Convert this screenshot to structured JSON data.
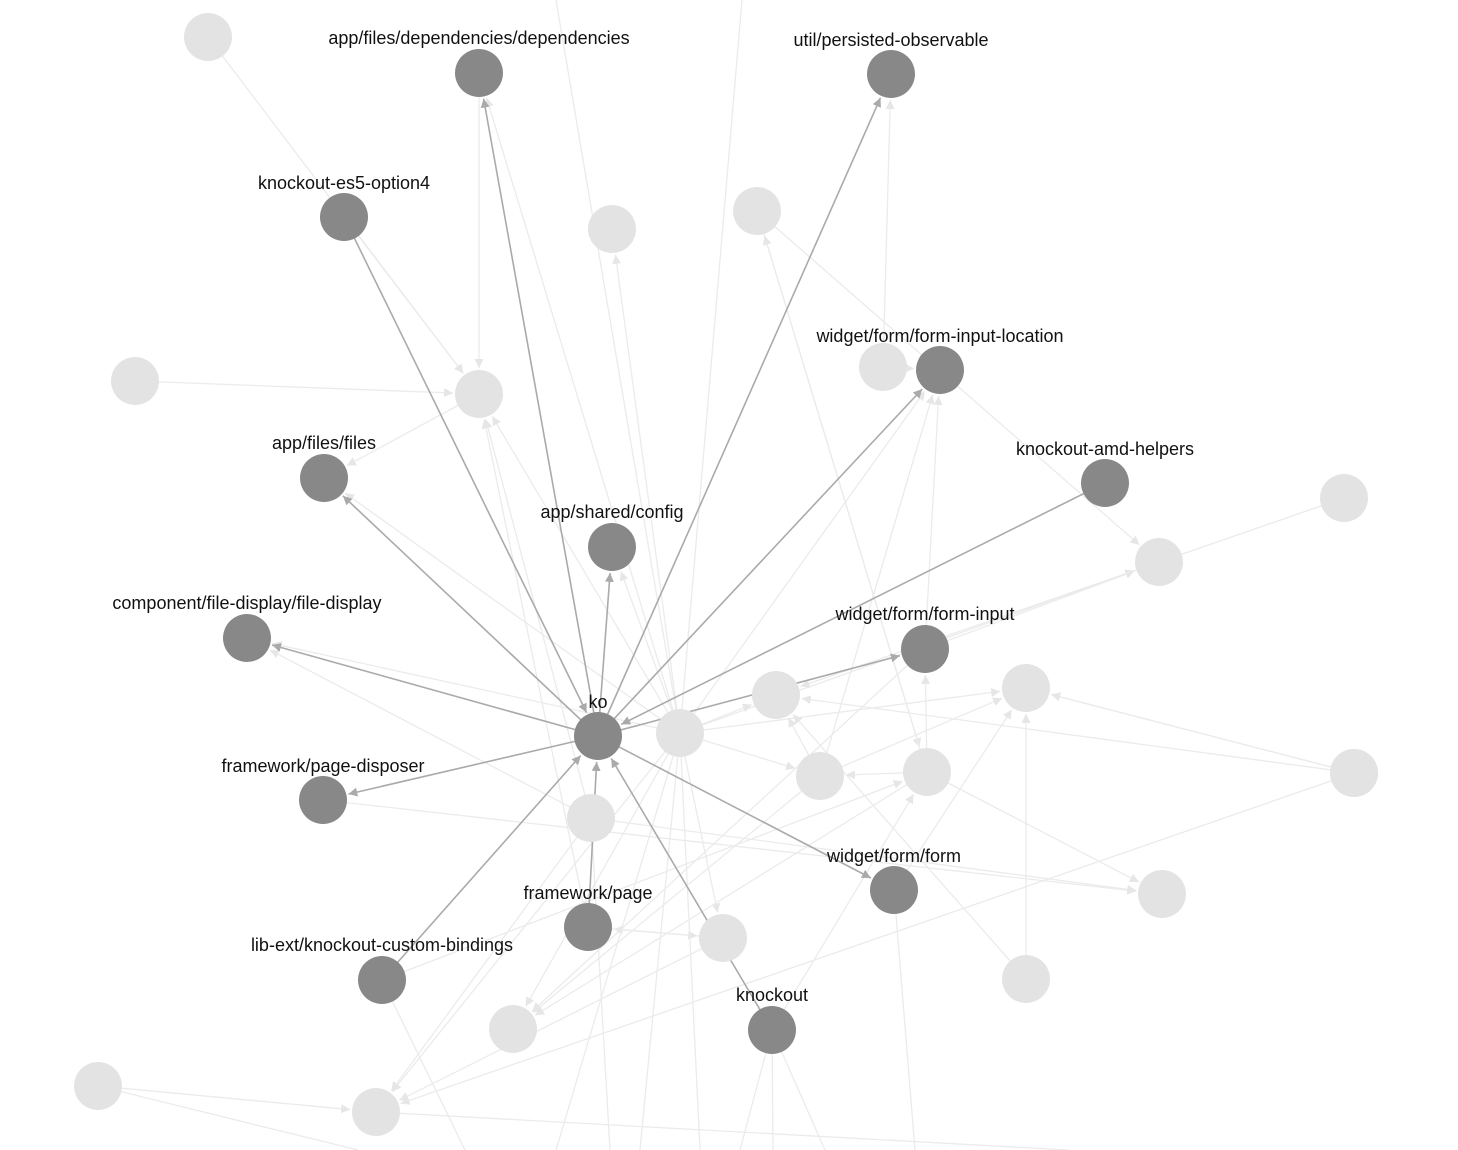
{
  "graph": {
    "colors": {
      "focus_node": "#888888",
      "faded_node": "#e3e3e3",
      "focus_edge": "#aaaaaa",
      "faded_edge": "#ebebeb",
      "label": "#111111",
      "background": "#ffffff"
    },
    "nodes": [
      {
        "id": "ko",
        "label": "ko",
        "state": "focus"
      },
      {
        "id": "deps",
        "label": "app/files/dependencies/dependencies",
        "state": "focus"
      },
      {
        "id": "persisted",
        "label": "util/persisted-observable",
        "state": "focus"
      },
      {
        "id": "es5",
        "label": "knockout-es5-option4",
        "state": "focus"
      },
      {
        "id": "fil",
        "label": "widget/form/form-input-location",
        "state": "focus"
      },
      {
        "id": "amd",
        "label": "knockout-amd-helpers",
        "state": "focus"
      },
      {
        "id": "files",
        "label": "app/files/files",
        "state": "focus"
      },
      {
        "id": "config",
        "label": "app/shared/config",
        "state": "focus"
      },
      {
        "id": "filedisp",
        "label": "component/file-display/file-display",
        "state": "focus"
      },
      {
        "id": "fi",
        "label": "widget/form/form-input",
        "state": "focus"
      },
      {
        "id": "disposer",
        "label": "framework/page-disposer",
        "state": "focus"
      },
      {
        "id": "form",
        "label": "widget/form/form",
        "state": "focus"
      },
      {
        "id": "page",
        "label": "framework/page",
        "state": "focus"
      },
      {
        "id": "kcb",
        "label": "lib-ext/knockout-custom-bindings",
        "state": "focus"
      },
      {
        "id": "knockout",
        "label": "knockout",
        "state": "focus"
      },
      {
        "id": "g1",
        "label": "",
        "state": "faded"
      },
      {
        "id": "g2",
        "label": "",
        "state": "faded"
      },
      {
        "id": "g3",
        "label": "",
        "state": "faded"
      },
      {
        "id": "g4",
        "label": "",
        "state": "faded"
      },
      {
        "id": "g5",
        "label": "",
        "state": "faded"
      },
      {
        "id": "g6",
        "label": "",
        "state": "faded"
      },
      {
        "id": "g7",
        "label": "",
        "state": "faded"
      },
      {
        "id": "g8",
        "label": "",
        "state": "faded"
      },
      {
        "id": "g9",
        "label": "",
        "state": "faded"
      },
      {
        "id": "g10",
        "label": "",
        "state": "faded"
      },
      {
        "id": "g11",
        "label": "",
        "state": "faded"
      },
      {
        "id": "g12",
        "label": "",
        "state": "faded"
      },
      {
        "id": "g13",
        "label": "",
        "state": "faded"
      },
      {
        "id": "g14",
        "label": "",
        "state": "faded"
      },
      {
        "id": "g15",
        "label": "",
        "state": "faded"
      },
      {
        "id": "g16",
        "label": "",
        "state": "faded"
      },
      {
        "id": "g17",
        "label": "",
        "state": "faded"
      },
      {
        "id": "g18",
        "label": "",
        "state": "faded"
      },
      {
        "id": "g19",
        "label": "",
        "state": "faded"
      },
      {
        "id": "g20",
        "label": "",
        "state": "faded"
      },
      {
        "id": "g21",
        "label": "",
        "state": "faded"
      },
      {
        "id": "g22",
        "label": "",
        "state": "faded"
      }
    ],
    "edges": [
      {
        "from": "ko",
        "to": "deps",
        "state": "focus"
      },
      {
        "from": "ko",
        "to": "persisted",
        "state": "focus"
      },
      {
        "from": "es5",
        "to": "ko",
        "state": "focus"
      },
      {
        "from": "ko",
        "to": "fil",
        "state": "focus"
      },
      {
        "from": "amd",
        "to": "ko",
        "state": "focus"
      },
      {
        "from": "ko",
        "to": "files",
        "state": "focus"
      },
      {
        "from": "ko",
        "to": "config",
        "state": "focus"
      },
      {
        "from": "ko",
        "to": "filedisp",
        "state": "focus"
      },
      {
        "from": "ko",
        "to": "fi",
        "state": "focus"
      },
      {
        "from": "ko",
        "to": "disposer",
        "state": "focus"
      },
      {
        "from": "ko",
        "to": "form",
        "state": "focus"
      },
      {
        "from": "page",
        "to": "ko",
        "state": "focus"
      },
      {
        "from": "kcb",
        "to": "ko",
        "state": "focus"
      },
      {
        "from": "knockout",
        "to": "ko",
        "state": "focus"
      },
      {
        "from": "g1",
        "to": "g6",
        "state": "faded"
      },
      {
        "from": "g5",
        "to": "g6",
        "state": "faded"
      },
      {
        "from": "deps",
        "to": "g6",
        "state": "faded"
      },
      {
        "from": "es5",
        "to": "g6",
        "state": "faded"
      },
      {
        "from": "g6",
        "to": "files",
        "state": "faded"
      },
      {
        "from": "g10",
        "to": "g6",
        "state": "faded"
      },
      {
        "from": "g10",
        "to": "deps",
        "state": "faded"
      },
      {
        "from": "g10",
        "to": "g2",
        "state": "faded"
      },
      {
        "from": "g10",
        "to": "g8",
        "state": "faded"
      },
      {
        "from": "g10",
        "to": "fil",
        "state": "faded"
      },
      {
        "from": "g10",
        "to": "g11",
        "state": "faded"
      },
      {
        "from": "g10",
        "to": "g12",
        "state": "faded"
      },
      {
        "from": "g10",
        "to": "g13",
        "state": "faded"
      },
      {
        "from": "g10",
        "to": "g19",
        "state": "faded"
      },
      {
        "from": "g10",
        "to": "g16",
        "state": "faded"
      },
      {
        "from": "g10",
        "to": "config",
        "state": "faded"
      },
      {
        "from": "g10",
        "to": "files",
        "state": "faded"
      },
      {
        "from": "g10",
        "to": "filedisp",
        "state": "faded"
      },
      {
        "from": "g10",
        "to": "g20",
        "state": "faded"
      },
      {
        "from": "g3",
        "to": "g8",
        "state": "faded"
      },
      {
        "from": "g3",
        "to": "g14",
        "state": "faded"
      },
      {
        "from": "g4",
        "to": "persisted",
        "state": "faded"
      },
      {
        "from": "g14",
        "to": "g3",
        "state": "faded"
      },
      {
        "from": "g14",
        "to": "fi",
        "state": "faded"
      },
      {
        "from": "g14",
        "to": "g13",
        "state": "faded"
      },
      {
        "from": "g14",
        "to": "g19",
        "state": "faded"
      },
      {
        "from": "g14",
        "to": "g22",
        "state": "faded"
      },
      {
        "from": "g15",
        "to": "g6",
        "state": "faded"
      },
      {
        "from": "g15",
        "to": "filedisp",
        "state": "faded"
      },
      {
        "from": "g15",
        "to": "g20",
        "state": "faded"
      },
      {
        "from": "g15",
        "to": "g22",
        "state": "faded"
      },
      {
        "from": "g17",
        "to": "g12",
        "state": "faded"
      },
      {
        "from": "g17",
        "to": "g11",
        "state": "faded"
      },
      {
        "from": "g17",
        "to": "g20",
        "state": "faded"
      },
      {
        "from": "g18",
        "to": "g11",
        "state": "faded"
      },
      {
        "from": "g18",
        "to": "g12",
        "state": "faded"
      },
      {
        "from": "g13",
        "to": "g11",
        "state": "faded"
      },
      {
        "from": "g13",
        "to": "fil",
        "state": "faded"
      },
      {
        "from": "g13",
        "to": "g19",
        "state": "faded"
      },
      {
        "from": "g13",
        "to": "g12",
        "state": "faded"
      },
      {
        "from": "fi",
        "to": "g19",
        "state": "faded"
      },
      {
        "from": "fi",
        "to": "g8",
        "state": "faded"
      },
      {
        "from": "fi",
        "to": "fil",
        "state": "faded"
      },
      {
        "from": "form",
        "to": "g11",
        "state": "faded"
      },
      {
        "from": "g7",
        "to": "g12",
        "state": "faded"
      },
      {
        "from": "g9",
        "to": "g11",
        "state": "faded"
      },
      {
        "from": "g21",
        "to": "g20",
        "state": "faded"
      },
      {
        "from": "g16",
        "to": "g20",
        "state": "faded"
      },
      {
        "from": "g16",
        "to": "page",
        "state": "faded"
      },
      {
        "from": "page",
        "to": "g16",
        "state": "faded"
      },
      {
        "from": "page",
        "to": "g6",
        "state": "faded"
      },
      {
        "from": "disposer",
        "to": "g22",
        "state": "faded"
      },
      {
        "from": "kcb",
        "to": "g14",
        "state": "faded"
      },
      {
        "from": "knockout",
        "to": "g14",
        "state": "faded"
      },
      {
        "from": "g4",
        "to": "fil",
        "state": "faded"
      }
    ],
    "offscreen_edges": [
      {
        "from": "g10",
        "dir": "bottom-a"
      },
      {
        "from": "g10",
        "dir": "bottom-b"
      },
      {
        "from": "g10",
        "dir": "bottom-c"
      },
      {
        "from": "g10",
        "dir": "top-a"
      },
      {
        "from": "g10",
        "dir": "top-b"
      },
      {
        "from": "g15",
        "dir": "bottom-d"
      },
      {
        "from": "knockout",
        "dir": "bottom-e"
      },
      {
        "from": "knockout",
        "dir": "bottom-f"
      },
      {
        "from": "knockout",
        "dir": "bottom-g"
      },
      {
        "from": "g21",
        "dir": "bottom-h"
      },
      {
        "from": "form",
        "dir": "bottom-i"
      },
      {
        "from": "kcb",
        "dir": "bottom-j"
      },
      {
        "from": "g20",
        "dir": "bottom-k"
      }
    ]
  }
}
